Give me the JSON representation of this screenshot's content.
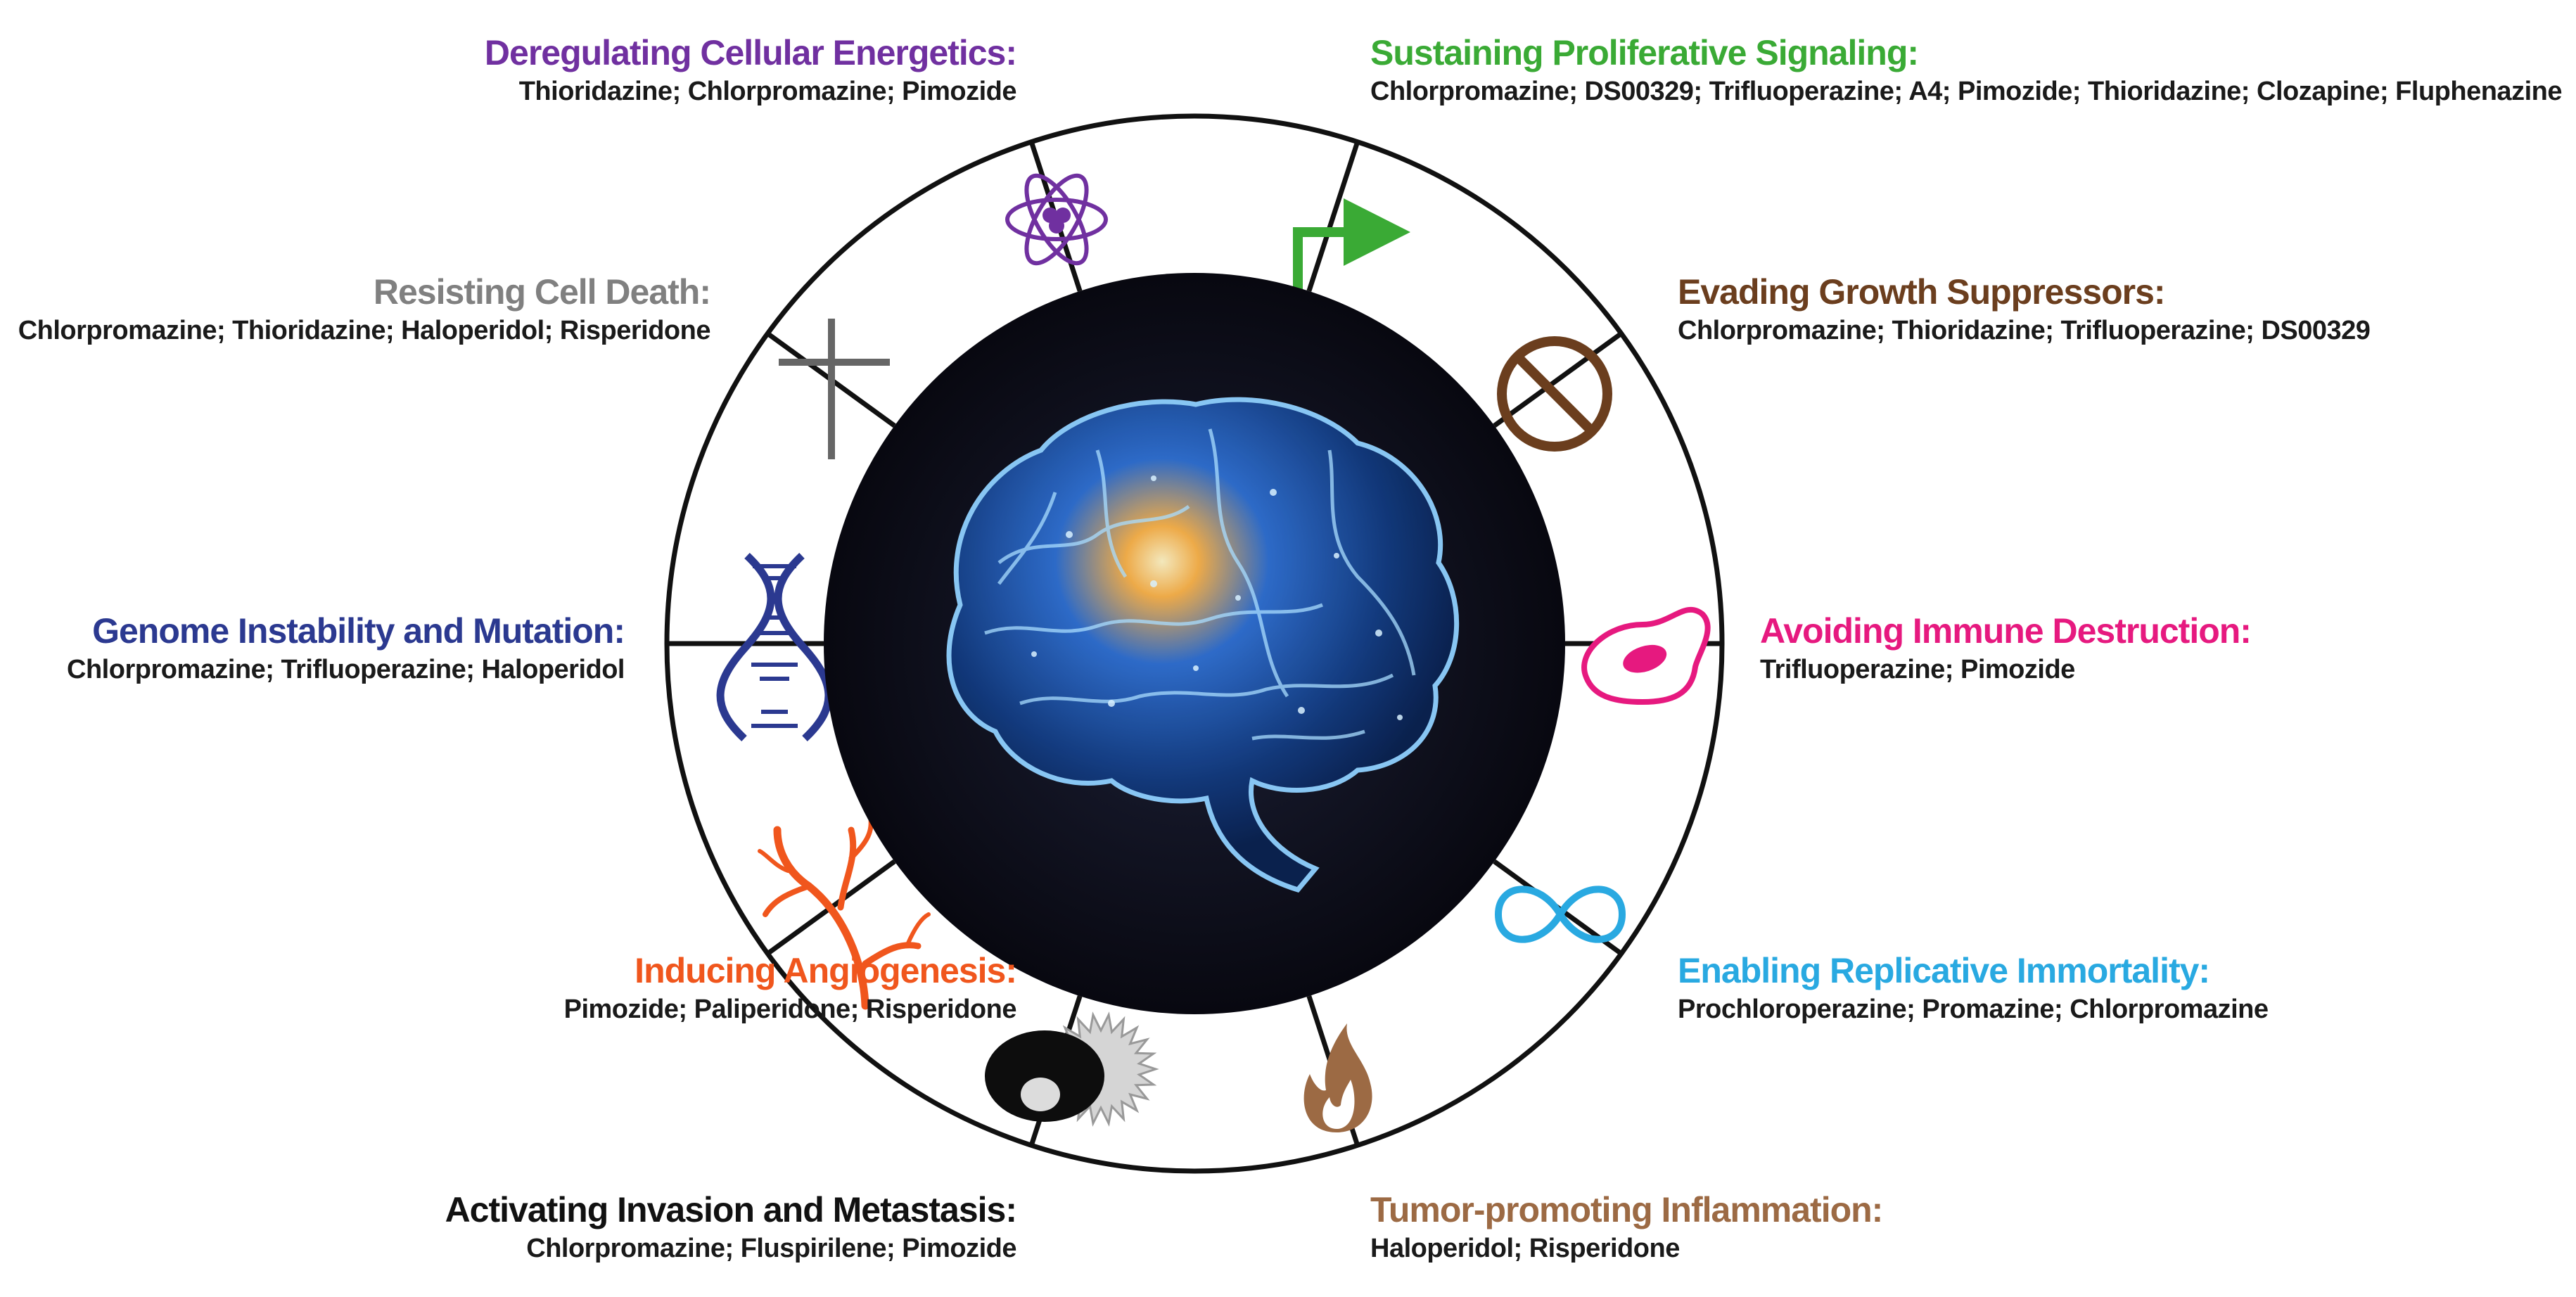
{
  "hallmarks": [
    {
      "id": "energetics",
      "title": "Deregulating Cellular Energetics:",
      "drugs": "Thioridazine; Chlorpromazine; Pimozide",
      "color": "#7030a0",
      "icon": "atom-icon"
    },
    {
      "id": "proliferative",
      "title": "Sustaining Proliferative Signaling:",
      "drugs": "Chlorpromazine; DS00329; Trifluoperazine; A4; Pimozide; Thioridazine; Clozapine; Fluphenazine",
      "color": "#3aaa35",
      "icon": "arrow-up-right-icon"
    },
    {
      "id": "growth",
      "title": "Evading Growth Suppressors:",
      "drugs": "Chlorpromazine; Thioridazine; Trifluoperazine; DS00329",
      "color": "#6b3e1e",
      "icon": "prohibited-icon"
    },
    {
      "id": "immune",
      "title": "Avoiding Immune Destruction:",
      "drugs": "Trifluoperazine; Pimozide",
      "color": "#e6197f",
      "icon": "cell-icon"
    },
    {
      "id": "immortality",
      "title": "Enabling Replicative Immortality:",
      "drugs": "Prochloroperazine; Promazine; Chlorpromazine",
      "color": "#29a9e1",
      "icon": "infinity-icon"
    },
    {
      "id": "inflammation",
      "title": "Tumor-promoting Inflammation:",
      "drugs": "Haloperidol; Risperidone",
      "color": "#9c6a44",
      "icon": "flame-icon"
    },
    {
      "id": "invasion",
      "title": "Activating Invasion and Metastasis:",
      "drugs": "Chlorpromazine; Fluspirilene; Pimozide",
      "color": "#111111",
      "icon": "metastasis-cell-icon"
    },
    {
      "id": "angiogenesis",
      "title": "Inducing Angiogenesis:",
      "drugs": "Pimozide; Paliperidone; Risperidone",
      "color": "#f0561d",
      "icon": "blood-vessel-icon"
    },
    {
      "id": "genome",
      "title": "Genome Instability and Mutation:",
      "drugs": "Chlorpromazine; Trifluoperazine; Haloperidol",
      "color": "#2b3990",
      "icon": "dna-icon"
    },
    {
      "id": "death",
      "title": "Resisting Cell Death:",
      "drugs": "Chlorpromazine; Thioridazine; Haloperidol; Risperidone",
      "color": "#808080",
      "icon": "cross-icon"
    }
  ],
  "center": {
    "icon": "brain-icon"
  }
}
